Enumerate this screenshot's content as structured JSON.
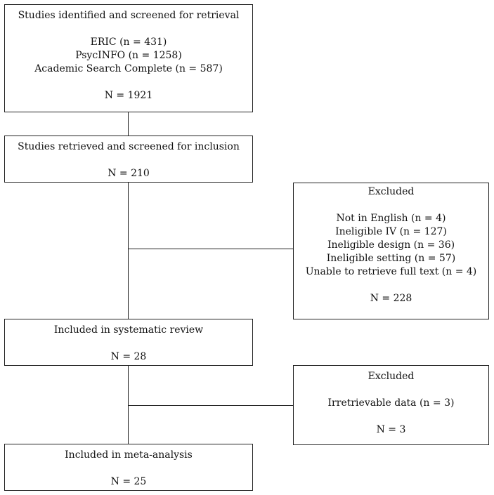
{
  "boxes": {
    "identified": {
      "title": "Studies identified and screened for retrieval",
      "items": [
        "ERIC (n = 431)",
        "PsycINFO (n = 1258)",
        "Academic Search Complete (n = 587)"
      ],
      "total": "N = 1921"
    },
    "retrieved": {
      "title": "Studies retrieved and screened for inclusion",
      "total": "N = 210"
    },
    "excluded_1": {
      "title": "Excluded",
      "items": [
        "Not in English (n = 4)",
        "Ineligible IV (n = 127)",
        "Ineligible design (n = 36)",
        "Ineligible setting (n = 57)",
        "Unable to retrieve full text (n = 4)"
      ],
      "total": "N = 228"
    },
    "systematic_review": {
      "title": "Included in systematic review",
      "total": "N = 28"
    },
    "excluded_2": {
      "title": "Excluded",
      "items": [
        "Irretrievable data (n = 3)"
      ],
      "total": "N = 3"
    },
    "meta_analysis": {
      "title": "Included in meta-analysis",
      "total": "N = 25"
    }
  }
}
